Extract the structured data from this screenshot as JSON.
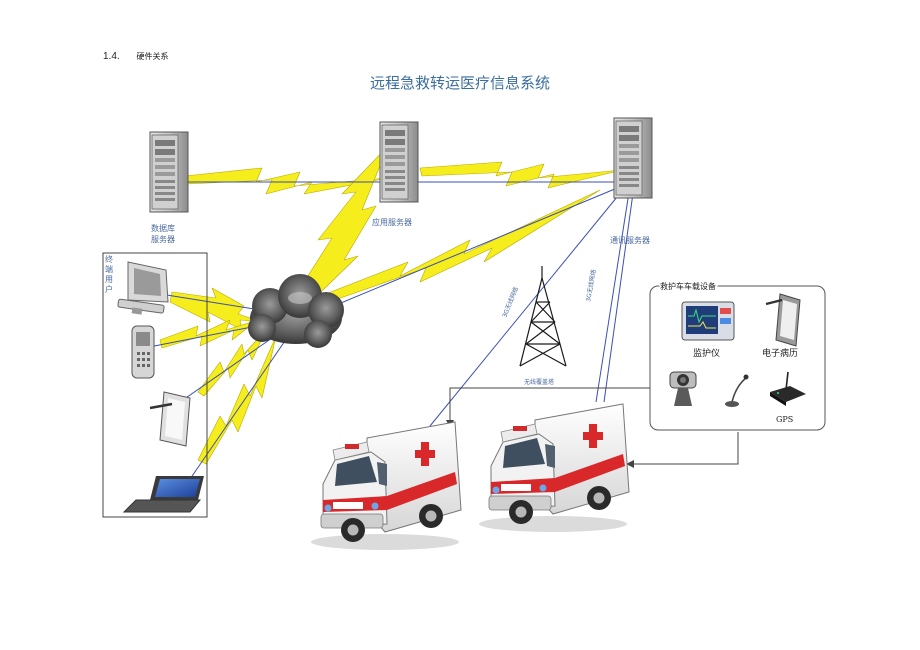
{
  "heading": {
    "number": "1.4.",
    "text": "硬件关系"
  },
  "title": "远程急救转运医疗信息系统",
  "servers": {
    "db_line1": "数据库",
    "db_line2": "服务器",
    "app": "应用服务器",
    "comm": "通讯服务器"
  },
  "terminal_group": "终端用户",
  "tower_label": "无线覆盖塔",
  "wireless_label_1": "3G无线网络",
  "wireless_label_2": "3G无线网络",
  "onboard": {
    "title": "救护车车载设备",
    "monitor": "监护仪",
    "emr": "电子病历",
    "gps": "GPS"
  },
  "colors": {
    "title": "#3a6ea0",
    "lightning": "#f6ee1c",
    "link": "#3a4fb5",
    "panel_border": "#444444"
  }
}
